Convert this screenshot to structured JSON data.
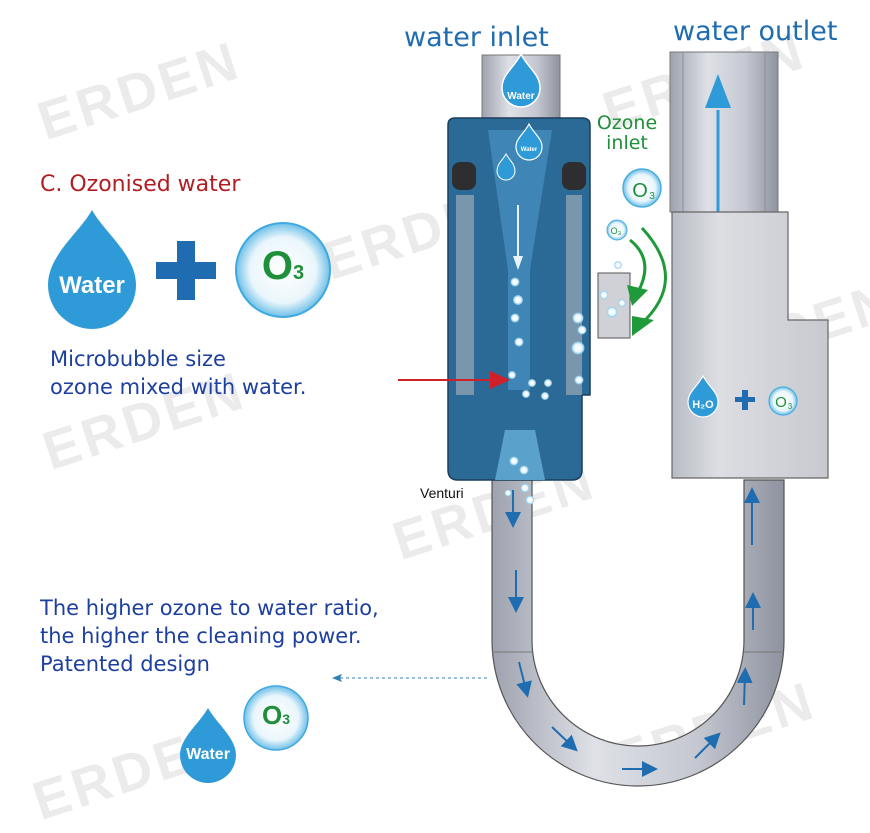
{
  "watermark": "ERDEN",
  "labels": {
    "water_inlet": "water inlet",
    "water_outlet": "water outlet",
    "ozone_inlet_line1": "Ozone",
    "ozone_inlet_line2": "inlet",
    "venturi": "Venturi"
  },
  "section": {
    "title": "C. Ozonised water",
    "water_icon_label": "Water",
    "o3_icon_label": "O",
    "o3_subscript": "3",
    "description_line1": "Microbubble size",
    "description_line2": "ozone mixed with water."
  },
  "bottom": {
    "line1": "The higher ozone to water ratio,",
    "line2": "the higher the cleaning power.",
    "line3": "Patented design",
    "water_icon_label": "Water",
    "o3_icon_label": "O",
    "o3_subscript": "3"
  },
  "outlet_mix": {
    "h2o_label": "H2O",
    "o3_label": "O3"
  },
  "colors": {
    "title_red": "#b01e23",
    "text_blue": "#1d3f9e",
    "label_blue": "#1f6db0",
    "drop_blue": "#2f9ad8",
    "plus_blue": "#1f6db0",
    "ozone_green": "#1f8f3a",
    "arrow_red": "#d0202a",
    "venturi_body": "#2b6a96",
    "pipe_gray": "#c9cbd3"
  }
}
